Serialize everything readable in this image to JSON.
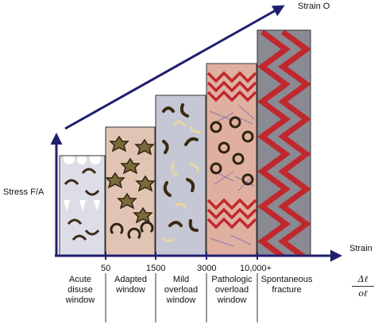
{
  "labels": {
    "strain_o": "Strain O",
    "stress": "Stress F/A",
    "strain": "Strain",
    "strain_fraction": {
      "numerator": "Δℓ",
      "denominator": "oℓ"
    }
  },
  "ticks": [
    "50",
    "1500",
    "3000",
    "10,000+"
  ],
  "windows": [
    {
      "lines": [
        "Acute",
        "disuse",
        "window"
      ],
      "color": "#dcdde6"
    },
    {
      "lines": [
        "Adapted",
        "window"
      ],
      "color": "#e2c4b4"
    },
    {
      "lines": [
        "Mild",
        "overload",
        "window"
      ],
      "color": "#c6c7d5"
    },
    {
      "lines": [
        "Pathologic",
        "overload",
        "window"
      ],
      "color": "#dfb0a0"
    },
    {
      "lines": [
        "Spontaneous",
        "fracture"
      ],
      "color": "#8a8a92"
    }
  ],
  "colors": {
    "axis": "#1f1f6e",
    "bone_dark": "#3a2a12",
    "bone_tan": "#c8a25c",
    "zigzag": "#c0282e"
  }
}
